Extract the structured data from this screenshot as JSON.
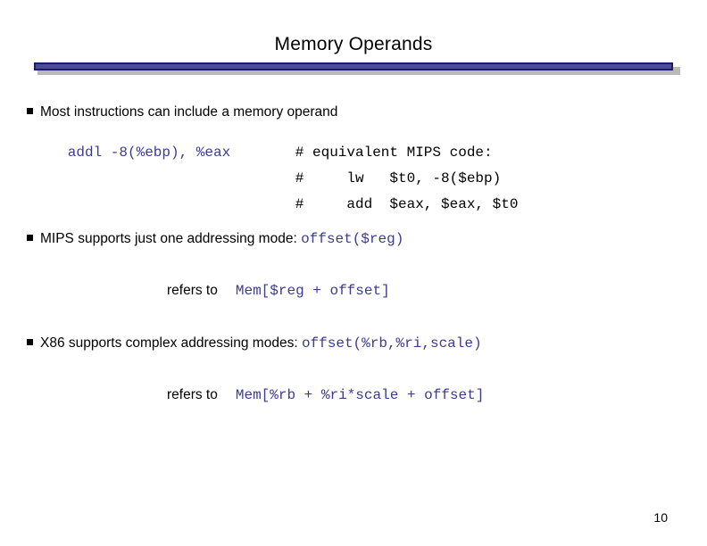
{
  "slide": {
    "title": "Memory Operands",
    "page_number": "10",
    "colors": {
      "code_blue": "#3b3b8f",
      "rule_fill": "#4a4a9c",
      "rule_border": "#1c1c66",
      "text_black": "#000000",
      "background": "#ffffff"
    }
  },
  "content": {
    "bullet1": {
      "marker": "square-bullet",
      "text": "Most instructions can include a memory operand"
    },
    "assembly": {
      "instruction": "addl -8(%ebp), %eax"
    },
    "comments": [
      "# equivalent MIPS code:",
      "#     lw   $t0, -8($ebp)",
      "#     add  $eax, $eax, $t0"
    ],
    "bullet2": {
      "marker": "square-bullet",
      "text": "MIPS supports just one addressing mode: ",
      "code": "offset($reg)"
    },
    "refers1": {
      "label": "refers to",
      "code": "Mem[$reg + offset]"
    },
    "bullet3": {
      "marker": "square-bullet",
      "text": "X86 supports complex addressing modes: ",
      "code": "offset(%rb,%ri,scale)"
    },
    "refers2": {
      "label": "refers to",
      "code": "Mem[%rb + %ri*scale + offset]"
    }
  }
}
